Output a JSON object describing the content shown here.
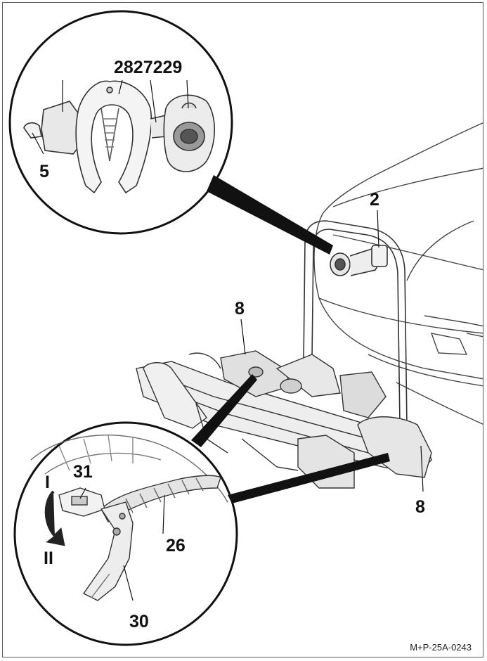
{
  "callouts": {
    "top_group": "2827229",
    "c5": "5",
    "c2": "2",
    "c8_upper": "8",
    "c8_lower": "8",
    "c31": "31",
    "cI": "I",
    "cII": "II",
    "c26": "26",
    "c30": "30"
  },
  "reference_code": "M+P-25A-0243"
}
